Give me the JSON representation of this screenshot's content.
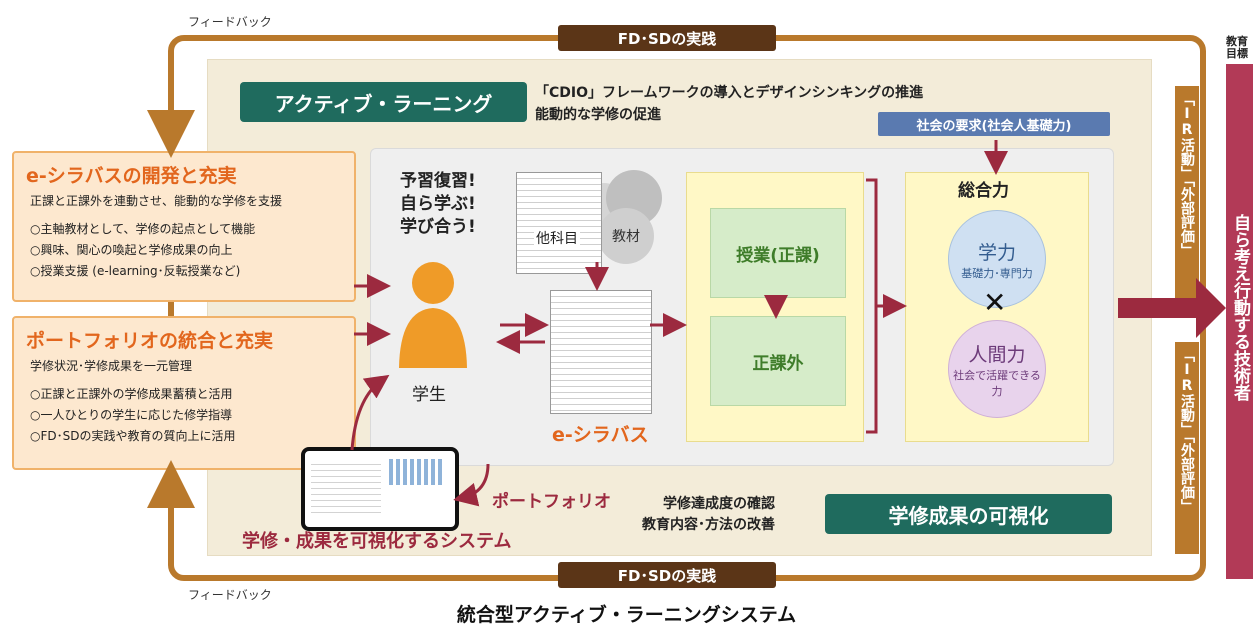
{
  "feedback_label": "フィードバック",
  "fd_sd": "FD･SDの実践",
  "active_learning": "アクティブ・ラーニング",
  "cdio_line1": "「CDIO」フレームワークの導入とデザインシンキングの推進",
  "cdio_line2": "能動的な学修の促進",
  "society_demand": "社会の要求(社会人基礎力)",
  "ir_activity": "「IR活動」「外部評価」",
  "goal_label_1": "教育",
  "goal_label_2": "目標",
  "goal_text": "自ら考え行動する技術者",
  "syllabus_card": {
    "title": "e-シラバスの開発と充実",
    "subtitle": "正課と正課外を連動させ、能動的な学修を支援",
    "items": [
      "○主軸教材として、学修の起点として機能",
      "○興味、関心の喚起と学修成果の向上",
      "○授業支援 (e-learning･反転授業など)"
    ]
  },
  "portfolio_card": {
    "title": "ポートフォリオの統合と充実",
    "subtitle": "学修状況･学修成果を一元管理",
    "items": [
      "○正課と正課外の学修成果蓄積と活用",
      "○一人ひとりの学生に応じた修学指導",
      "○FD･SDの実践や教育の質向上に活用"
    ]
  },
  "study_slogan": [
    "予習復習!",
    "自ら学ぶ!",
    "学び合う!"
  ],
  "student": "学生",
  "other_subjects": "他科目",
  "materials": "教材",
  "e_syllabus": "e-シラバス",
  "class_regular": "授業(正課)",
  "extracurricular": "正課外",
  "comprehensive": "総合力",
  "academic": "学力",
  "academic_sub": "基礎力･専門力",
  "cross": "✕",
  "human": "人間力",
  "human_sub": "社会で活躍できる力",
  "portfolio": "ポートフォリオ",
  "achievement_line1": "学修達成度の確認",
  "achievement_line2": "教育内容･方法の改善",
  "visualization": "学修成果の可視化",
  "system_label": "学修・成果を可視化するシステム",
  "caption": "統合型アクティブ・ラーニングシステム"
}
